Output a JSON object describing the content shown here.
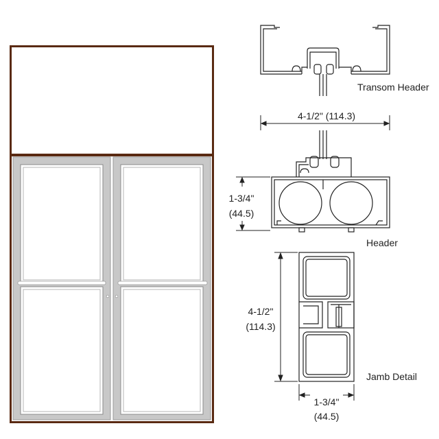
{
  "labels": {
    "transom_header": "Transom Header",
    "header": "Header",
    "jamb_detail": "Jamb Detail"
  },
  "dimensions": {
    "transom_width_label": "4-1/2\" (114.3)",
    "header_depth_in": "1-3/4\"",
    "header_depth_mm": "(44.5)",
    "jamb_height_in": "4-1/2\"",
    "jamb_height_mm": "(114.3)",
    "jamb_width_in": "1-3/4\"",
    "jamb_width_mm": "(44.5)"
  },
  "colors": {
    "frame": "#5a2a12",
    "door": "#c8c8c8",
    "door_edge": "#9a9a9a",
    "line": "#222222"
  }
}
